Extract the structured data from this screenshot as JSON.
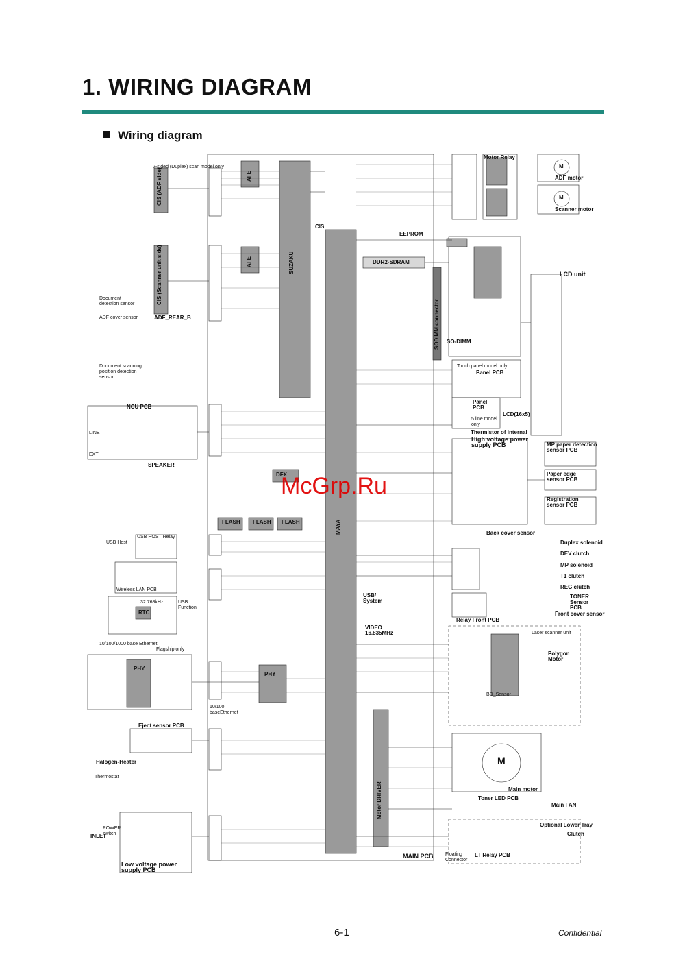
{
  "header": {
    "title": "1.   WIRING DIAGRAM",
    "subtitle": "Wiring diagram"
  },
  "colors": {
    "accent_rule": "#1f8a7e",
    "chip_fill": "#9a9a9a",
    "watermark": "#e00000"
  },
  "diagram": {
    "chips": {
      "suzaku": "SUZAKU",
      "maya": "MAYA",
      "ddr2": "DDR2-SDRAM",
      "sodimm_connector": "SODIMM connector",
      "afe": "AFE",
      "phy": "PHY",
      "motor_driver": "Motor DRIVER",
      "dfx": "DFX",
      "rtc": "RTC"
    },
    "blocks": {
      "cis_adf": "CIS (ADF side)",
      "cis_scanner": "CIS (Scanner unit side)",
      "duplex_note": "2-sided (Duplex) scan model only",
      "document_detection": "Document detection sensor",
      "adf_cover": "ADF cover sensor",
      "adf_rear": "ADF_REAR_B",
      "doc_scan_pos": "Document scanning position detection sensor",
      "ncu_pcb": "NCU PCB",
      "line": "LINE",
      "ext": "EXT",
      "speaker": "SPEAKER",
      "usb_host_relay": "USB HOST Relay",
      "usb_host": "USB Host",
      "wireless_lan": "Wireless LAN PCB",
      "usb_function": "USB Function",
      "xtal_32k": "32.768kHz",
      "eth_1000": "10/100/1000 base Ethernet",
      "flagship_only": "Flagship only",
      "eth_100": "10/100 baseEthernet",
      "eject_sensor": "Eject sensor PCB",
      "halogen_heater": "Halogen-Heater",
      "thermostat": "Thermostat",
      "power_switch": "POWER switch",
      "inlet": "INLET",
      "lv_power": "Low voltage power supply PCB",
      "flash": "FLASH",
      "cis_label": "CIS",
      "eeprom": "EEPROM",
      "usb_system": "USB/ System",
      "video": "VIDEO 16.835MHz",
      "main_pcb": "MAIN PCB",
      "floating_connector": "Floating Connector",
      "motor_relay": "Motor Relay",
      "adf_motor": "ADF motor",
      "scanner_motor": "Scanner motor",
      "lcd_unit": "LCD unit",
      "so_dimm": "SO-DIMM",
      "touch_panel_note": "Touch panel model only",
      "panel_pcb": "Panel PCB",
      "panel_pcb_5line": "Panel PCB",
      "five_line_note": "5 line model only",
      "lcd_16x5": "LCD(16x5)",
      "thermistor": "Thermistor of internal",
      "hv_power": "High voltage power supply PCB",
      "mp_paper_sensor": "MP paper detection sensor PCB",
      "paper_edge_sensor": "Paper edge sensor PCB",
      "registration_sensor": "Registration sensor PCB",
      "back_cover_sensor": "Back cover sensor",
      "duplex_solenoid": "Duplex solenoid",
      "dev_clutch": "DEV clutch",
      "mp_solenoid": "MP solenoid",
      "t1_clutch": "T1 clutch",
      "reg_clutch": "REG clutch",
      "toner_sensor": "TONER Sensor PCB",
      "front_cover_sensor": "Front cover sensor",
      "relay_front_pcb": "Relay Front PCB",
      "laser_scanner": "Laser scanner unit",
      "polygon_motor": "Polygon Motor",
      "bd_sensor": "BD_Sensor",
      "main_motor": "Main motor",
      "toner_led": "Toner LED PCB",
      "main_fan": "Main FAN",
      "optional_lower_tray": "Optional Lower Tray",
      "clutch": "Clutch",
      "lt_relay": "LT Relay PCB"
    }
  },
  "watermark": "McGrp.Ru",
  "footer": {
    "page": "6-1",
    "confidential": "Confidential"
  }
}
